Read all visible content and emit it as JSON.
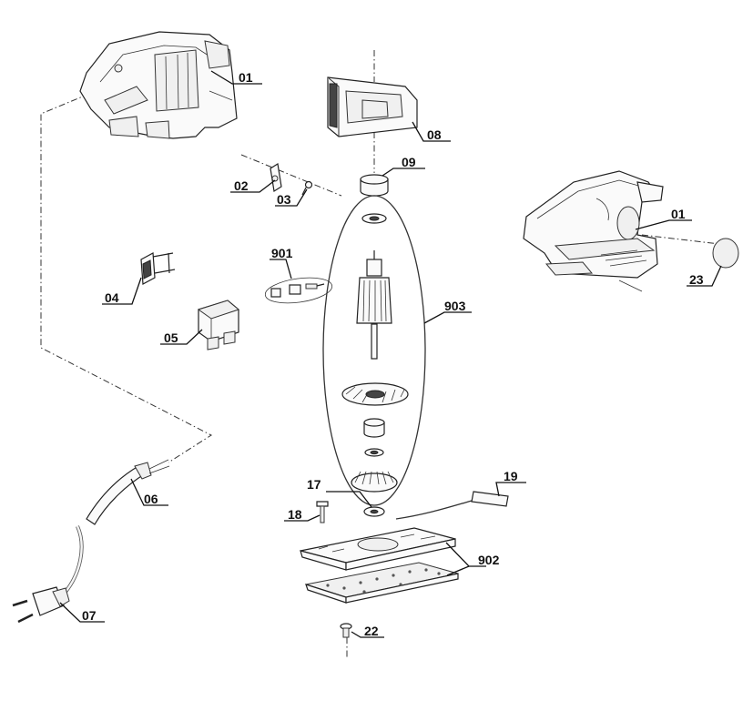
{
  "labels": {
    "housing_top": "01",
    "housing_right": "01",
    "p02": "02",
    "p03": "03",
    "p04": "04",
    "p05": "05",
    "p06": "06",
    "p07": "07",
    "p08": "08",
    "p09": "09",
    "p17": "17",
    "p18": "18",
    "p19": "19",
    "p22": "22",
    "p23": "23",
    "p901": "901",
    "p902": "902",
    "p903": "903"
  }
}
